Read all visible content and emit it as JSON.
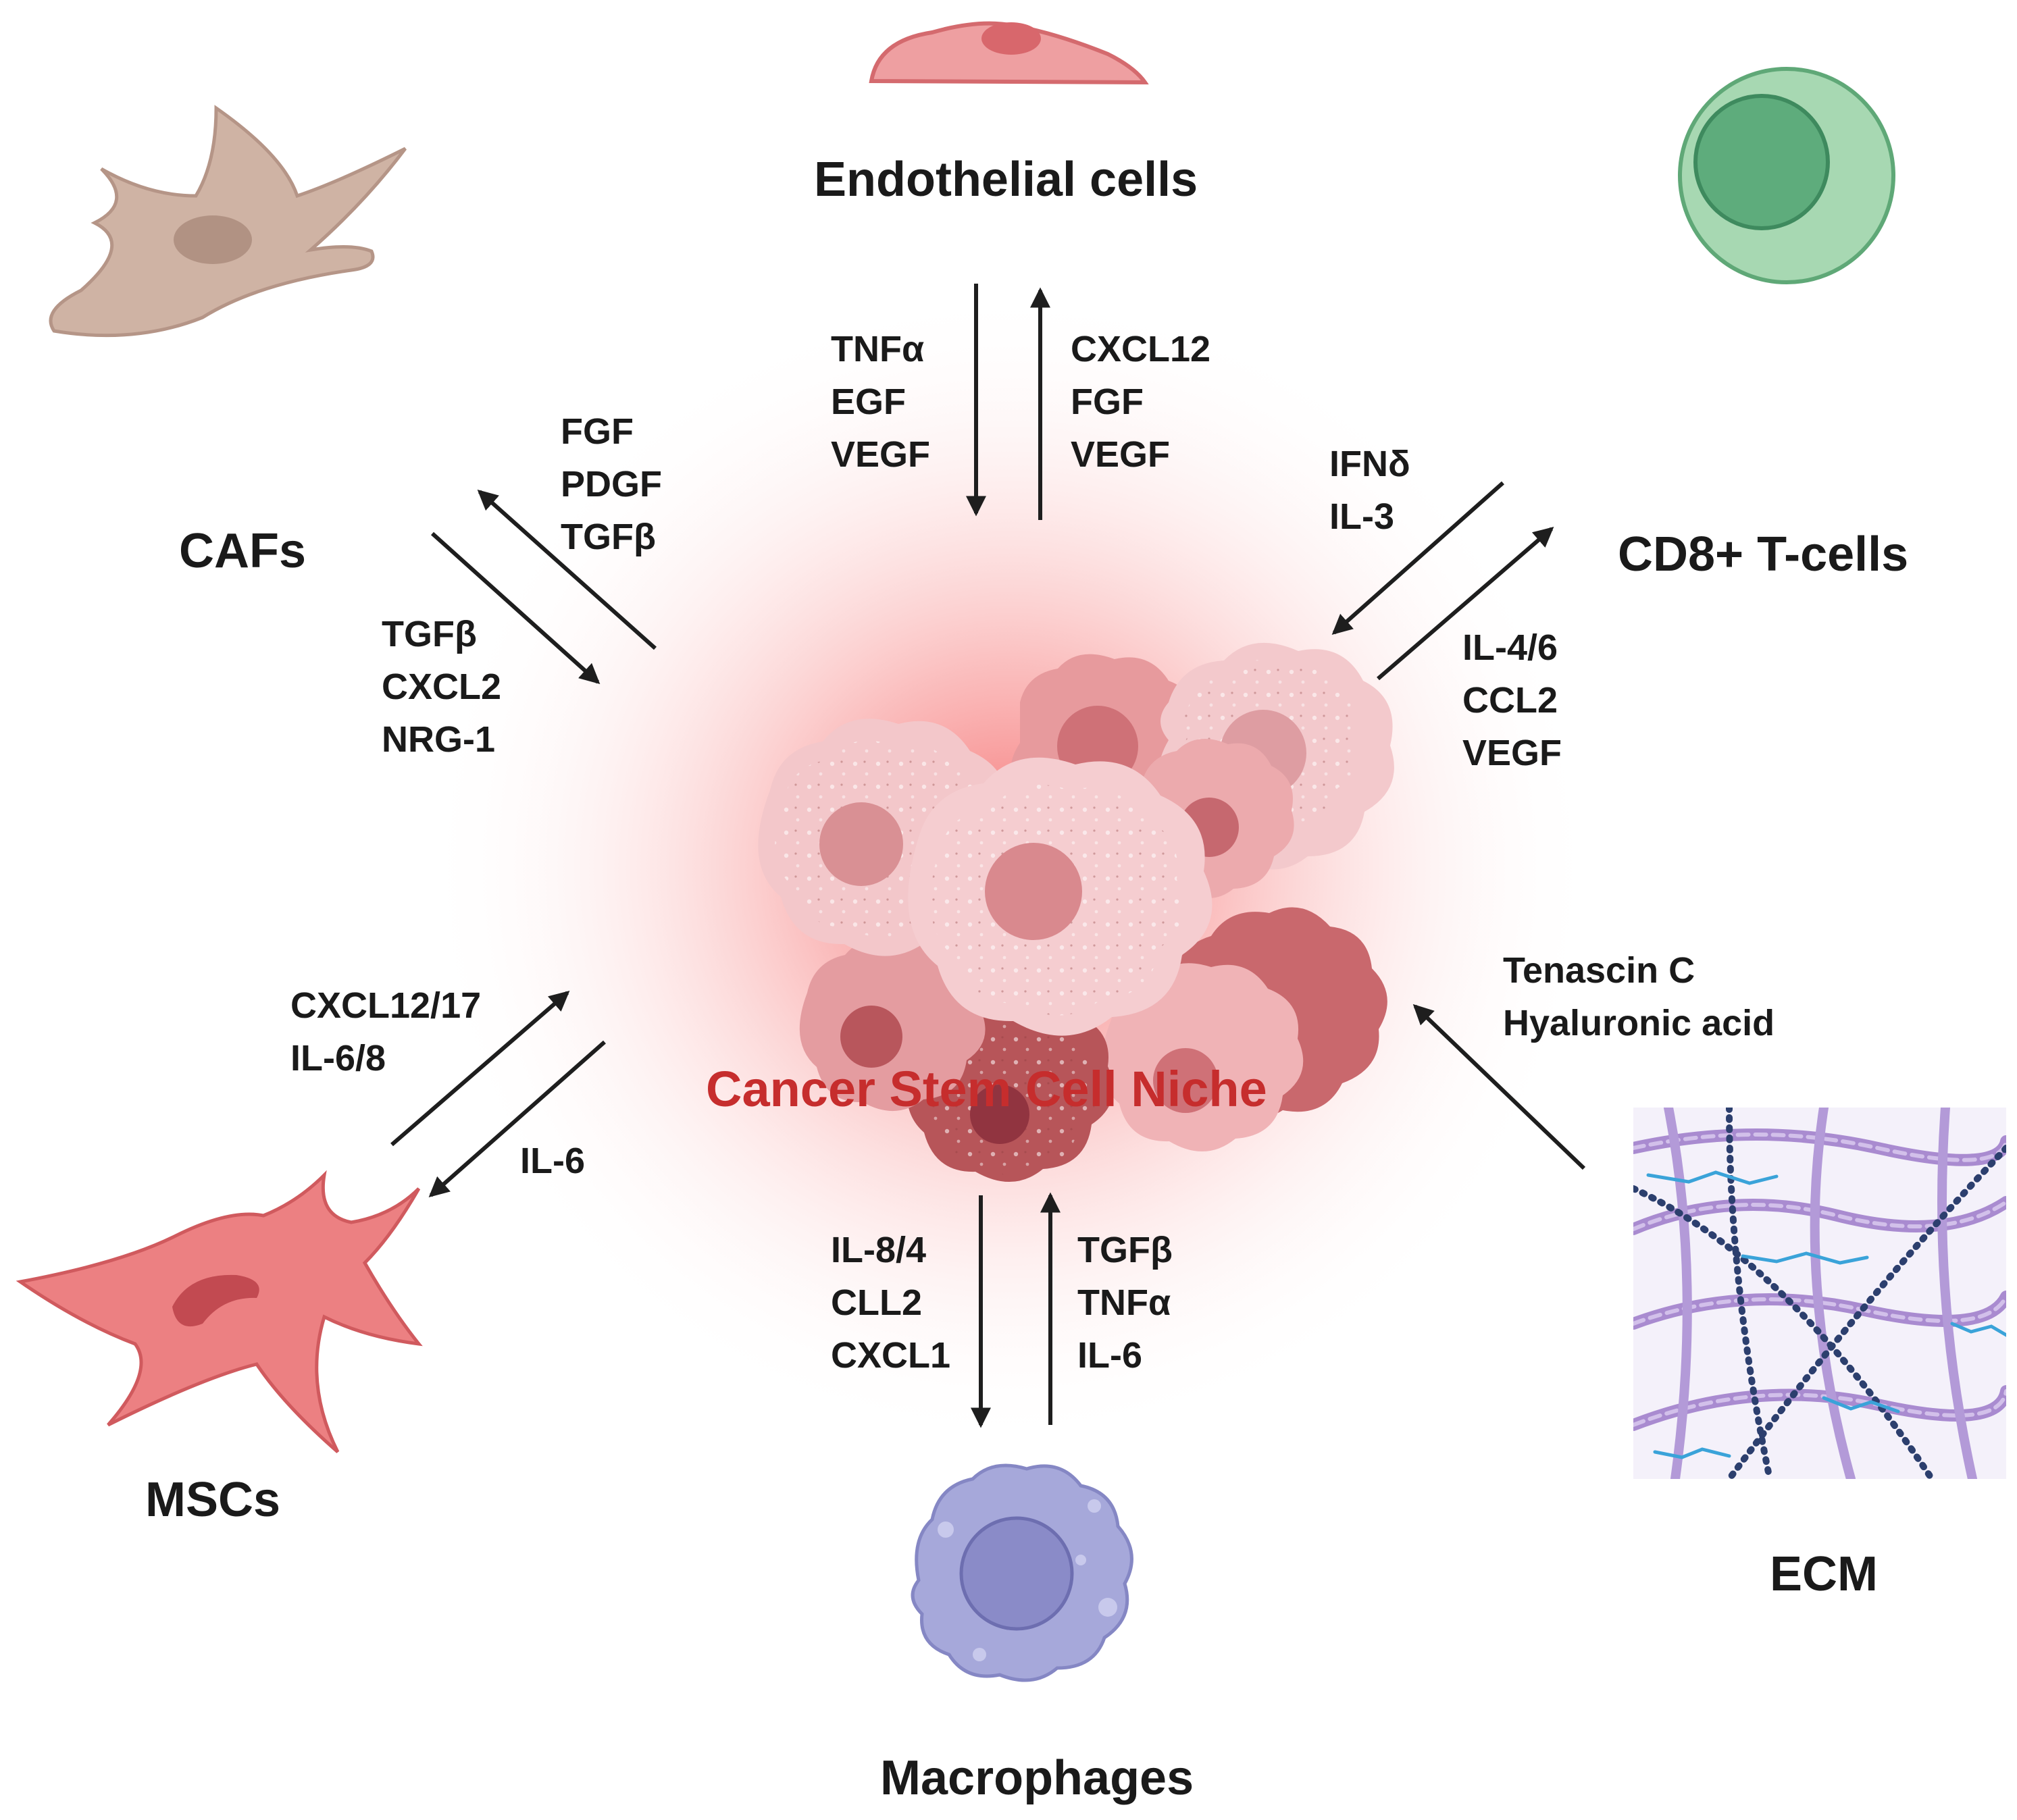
{
  "colors": {
    "niche_title": "#c62d2d",
    "niche_glow": "#f56b6b",
    "arrow": "#1e1e1e",
    "endothelial": "#ec9a9c",
    "caf": "#cfb2a2",
    "cd8": "#a7d8b3",
    "msc": "#ec7b7d",
    "macrophage": "#a5a7d8",
    "ecm_fiber": "#9a7ec6",
    "ecm_chain": "#2c3f6e"
  },
  "center": {
    "title": "Cancer Stem Cell Niche",
    "icon": "tumor-cluster-icon"
  },
  "cells": {
    "endothelial": {
      "label": "Endothelial cells",
      "icon": "endothelial-cell-icon"
    },
    "cafs": {
      "label": "CAFs",
      "icon": "fibroblast-icon"
    },
    "cd8": {
      "label": "CD8+ T-cells",
      "icon": "t-cell-icon"
    },
    "mscs": {
      "label": "MSCs",
      "icon": "mesenchymal-stem-cell-icon"
    },
    "macrophages": {
      "label": "Macrophages",
      "icon": "macrophage-icon"
    },
    "ecm": {
      "label": "ECM",
      "icon": "extracellular-matrix-icon"
    }
  },
  "signals": {
    "endothelial_in": [
      "TNFα",
      "EGF",
      "VEGF"
    ],
    "endothelial_out": [
      "CXCL12",
      "FGF",
      "VEGF"
    ],
    "cafs_to_niche": [
      "FGF",
      "PDGF",
      "TGFβ"
    ],
    "niche_to_cafs": [
      "TGFβ",
      "CXCL2",
      "NRG-1"
    ],
    "cd8_in": [
      "IFNδ",
      "IL-3"
    ],
    "cd8_out": [
      "IL-4/6",
      "CCL2",
      "VEGF"
    ],
    "mscs_to_niche": [
      "CXCL12/17",
      "IL-6/8"
    ],
    "niche_to_mscs": [
      "IL-6"
    ],
    "macrophages_out": [
      "IL-8/4",
      "CLL2",
      "CXCL1"
    ],
    "macrophages_in": [
      "TGFβ",
      "TNFα",
      "IL-6"
    ],
    "ecm_to_niche": [
      "Tenascin C",
      "Hyaluronic acid"
    ]
  }
}
